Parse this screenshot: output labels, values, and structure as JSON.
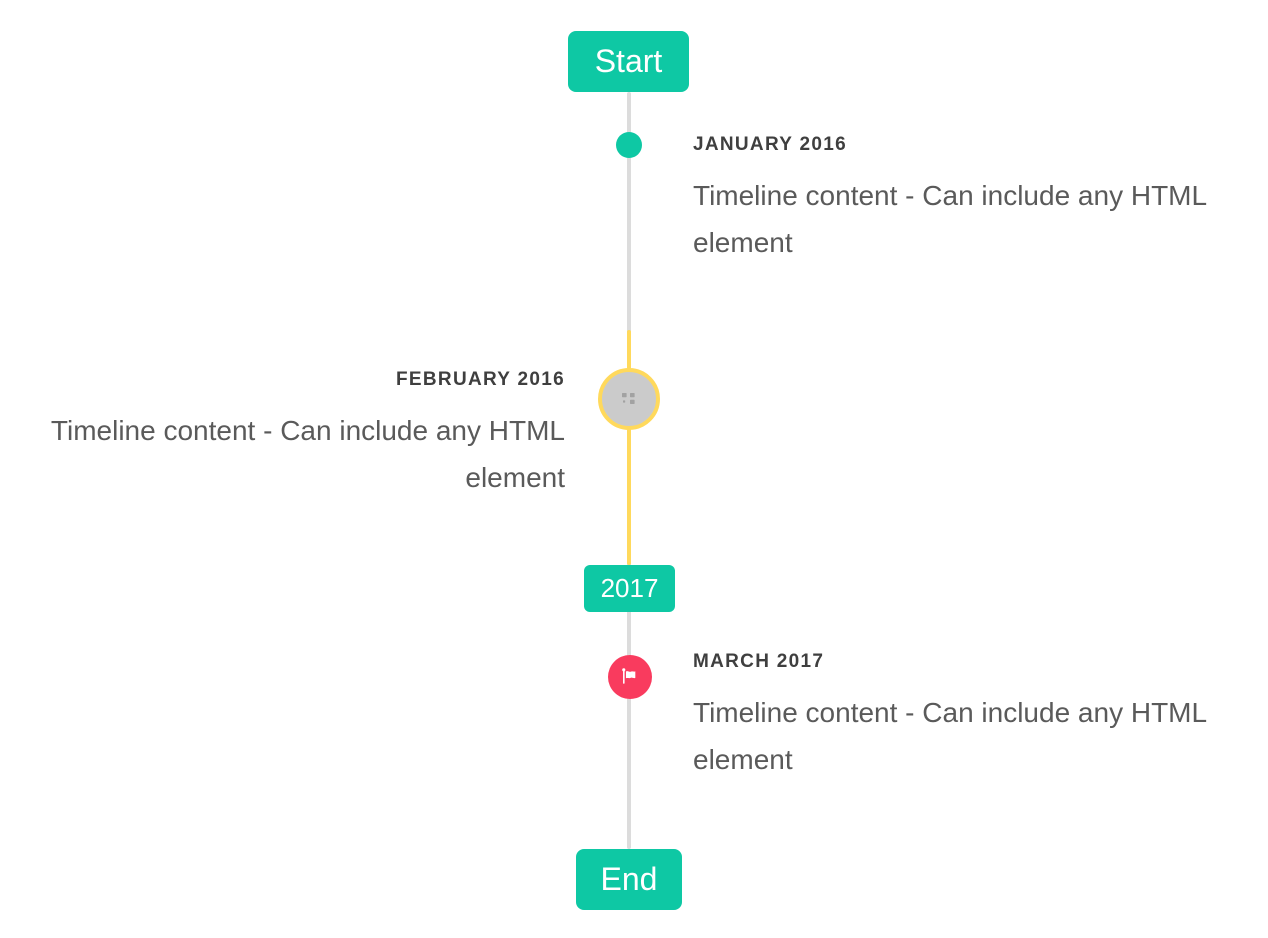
{
  "timeline": {
    "start_label": "Start",
    "end_label": "End",
    "year_badge": "2017",
    "items": [
      {
        "title": "JANUARY 2016",
        "content": "Timeline content - Can include any HTML element",
        "side": "right",
        "marker": "teal-dot"
      },
      {
        "title": "FEBRUARY 2016",
        "content": "Timeline content - Can include any HTML element",
        "side": "left",
        "marker": "gray-circle-broken-image-yellow-ring"
      },
      {
        "title": "MARCH 2017",
        "content": "Timeline content - Can include any HTML element",
        "side": "right",
        "marker": "red-flag-circle"
      }
    ],
    "colors": {
      "accent_teal": "#0ec8a4",
      "highlight_yellow": "#ffd95c",
      "flag_red": "#f93b5e",
      "line_gray": "#dcdcdc",
      "circle_gray": "#cbcbcb",
      "title_text": "#3f3f3f",
      "content_text": "#5a5a5a"
    }
  }
}
